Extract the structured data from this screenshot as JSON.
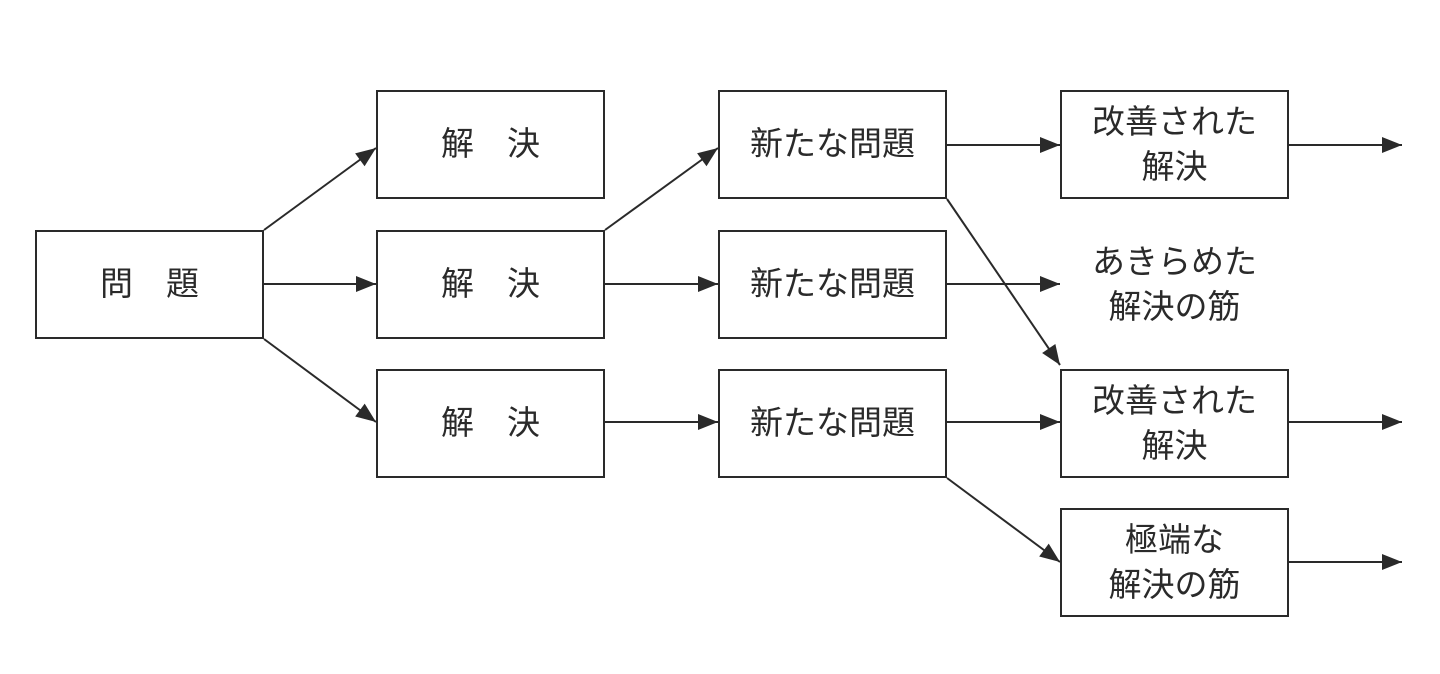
{
  "nodes": {
    "problem": "問　題",
    "solution": "解　決",
    "new_problem": "新たな問題",
    "improved_solution": "改善された\n解決",
    "abandoned_path": "あきらめた\n解決の筋",
    "extreme_path": "極端な\n解決の筋"
  },
  "colors": {
    "line": "#2a2a2a",
    "background": "#ffffff"
  }
}
